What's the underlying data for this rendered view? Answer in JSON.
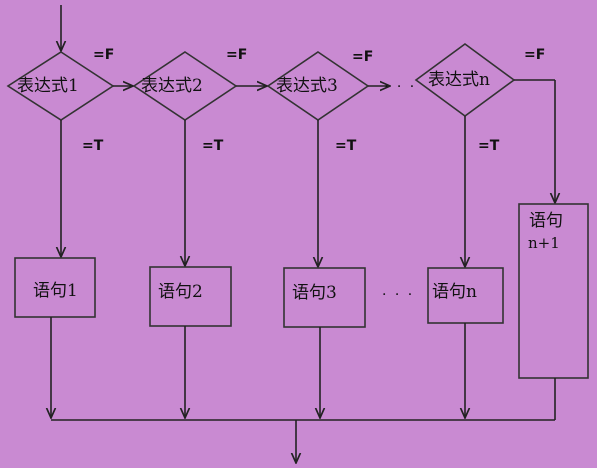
{
  "conditions": [
    "表达式1",
    "表达式2",
    "表达式3",
    "表达式n"
  ],
  "statements": [
    "语句1",
    "语句2",
    "语句3",
    "语句n"
  ],
  "final_statement": [
    "语句",
    "n+1"
  ],
  "false_label": "=F",
  "true_label": "=T",
  "ellipsis": "· · ·",
  "ellipsis_boxes": "· · ·"
}
